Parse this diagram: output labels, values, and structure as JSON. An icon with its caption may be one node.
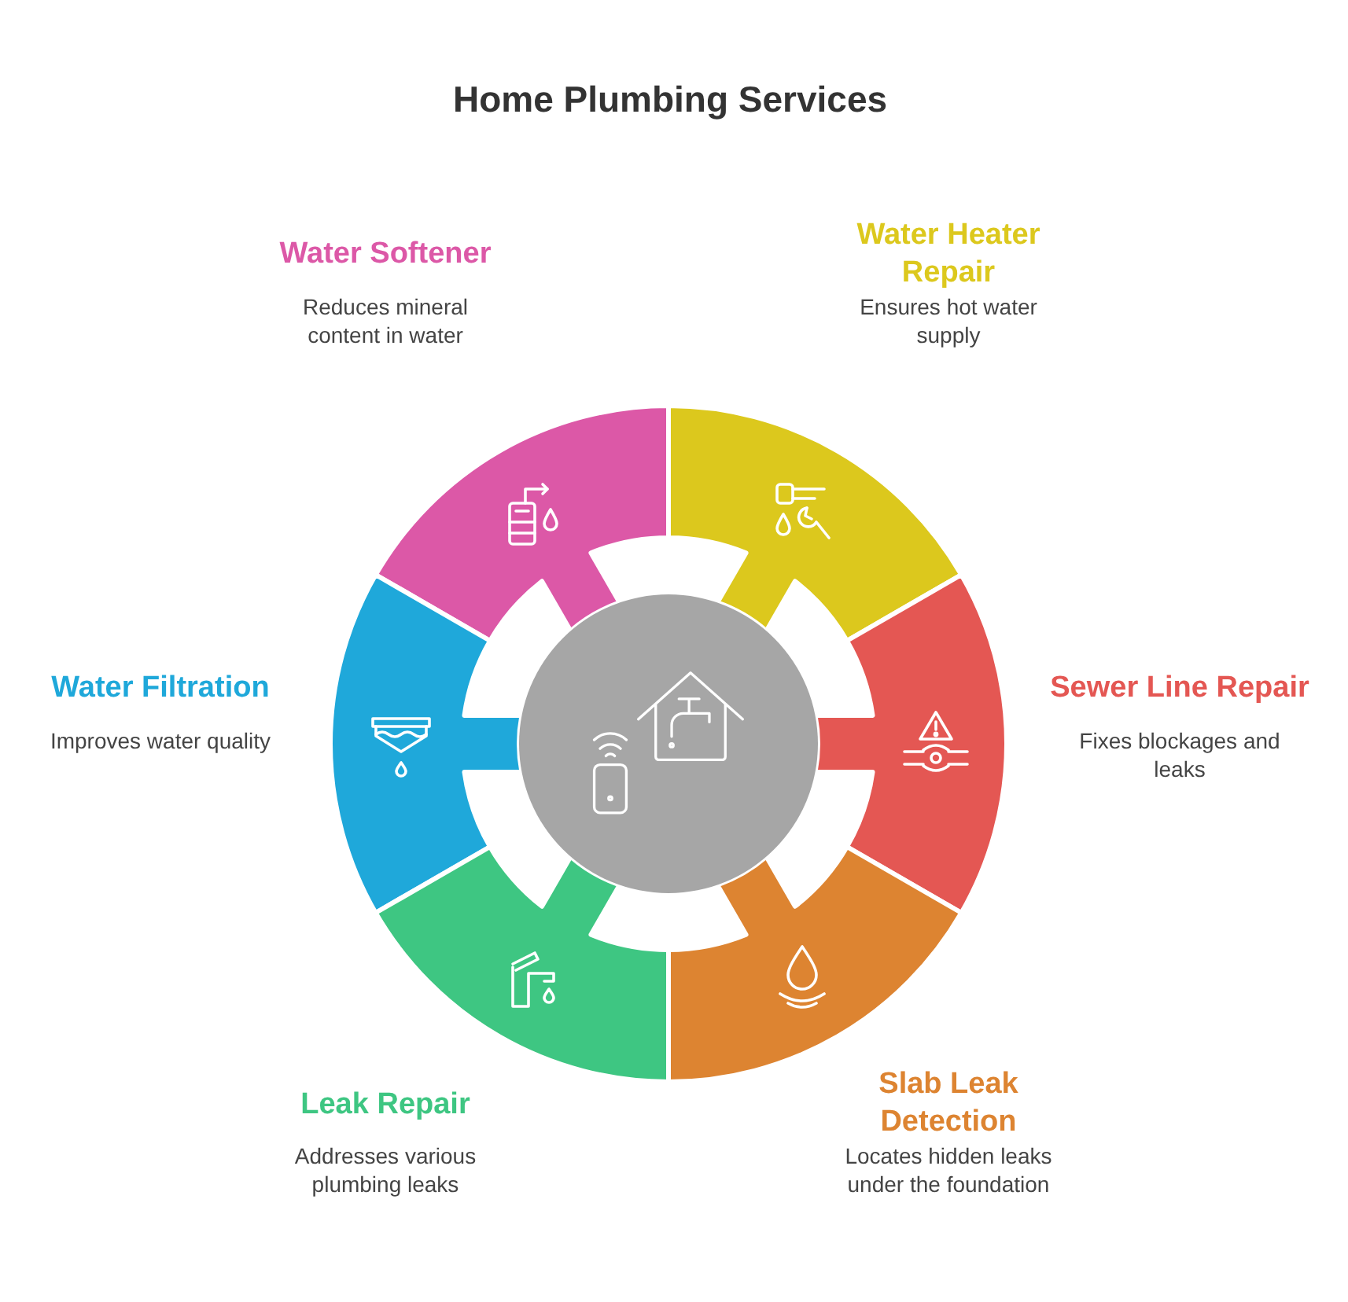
{
  "diagram": {
    "title": "Home Plumbing Services",
    "nodes": [
      {
        "text": [
          "Water Softener",
          "Reduces mineral content in water"
        ]
      },
      {
        "text": [
          "Water Heater Repair",
          "Ensures hot water supply"
        ]
      },
      {
        "text": [
          "Water Filtration",
          "Improves water quality"
        ]
      },
      {
        "text": [
          "Sewer Line Repair",
          "Fixes blockages and leaks"
        ]
      },
      {
        "text": [
          "Leak Repair",
          "Addresses various plumbing leaks"
        ]
      },
      {
        "text": [
          "Slab Leak Detection",
          "Locates hidden leaks under the foundation"
        ]
      },
      {
        "text": [],
        "shape": "circle"
      }
    ]
  }
}
